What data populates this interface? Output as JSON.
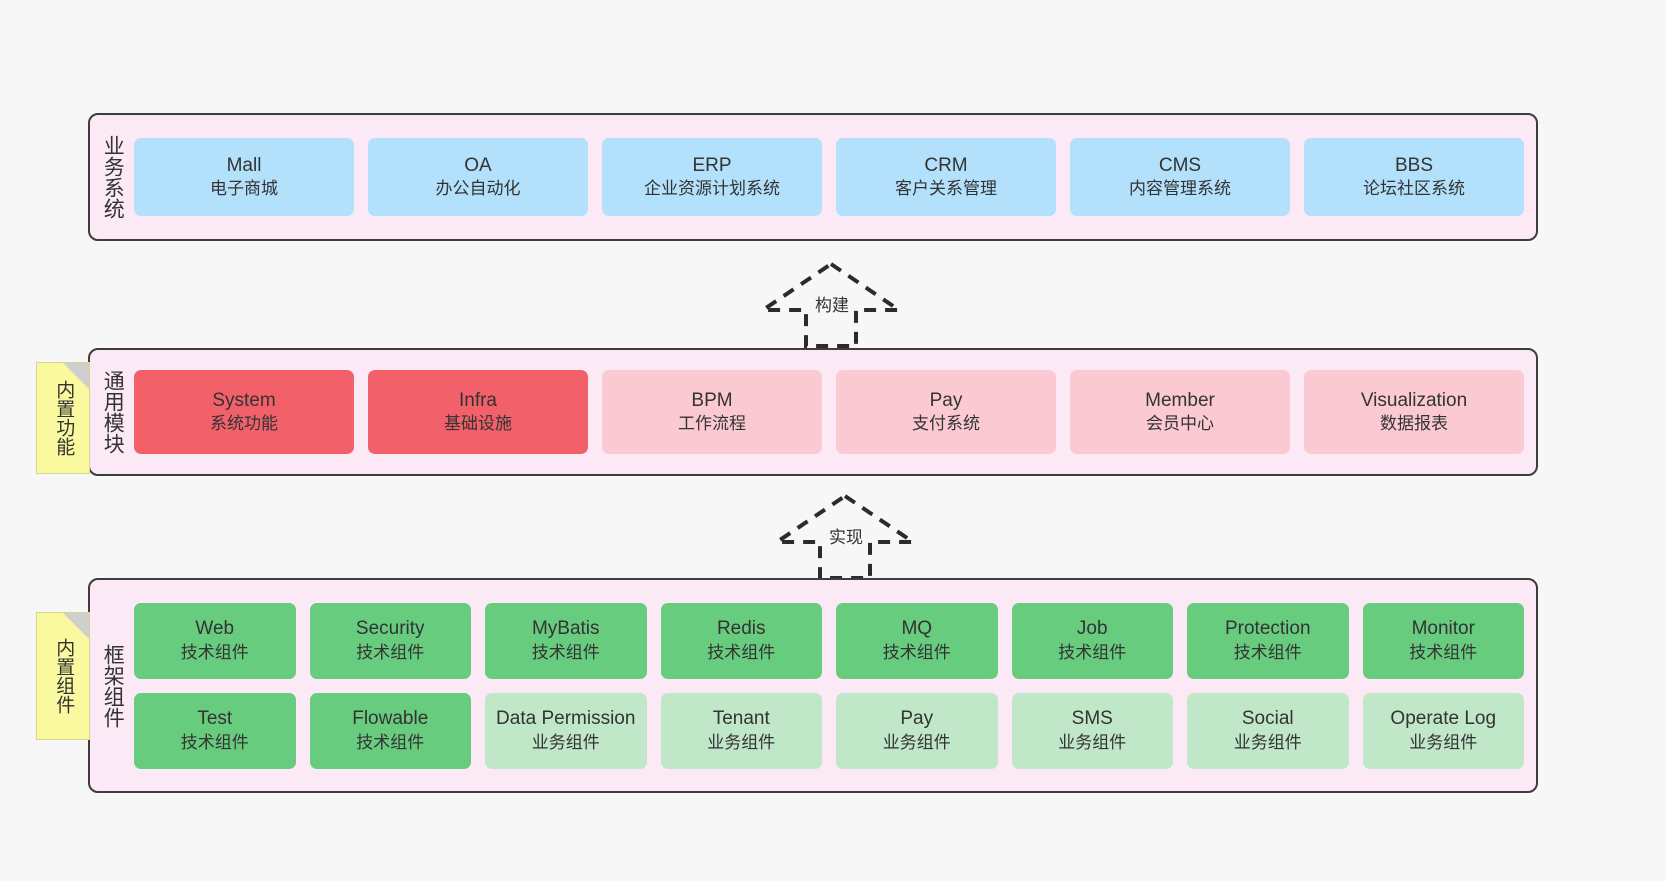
{
  "diagram": {
    "background": "#f7f7f7",
    "panel_fill": "#fbeaf5",
    "panel_border": "#3d3d3d"
  },
  "bands": [
    {
      "id": "business-systems",
      "label": "业务系统",
      "items": [
        {
          "name": "Mall",
          "desc": "电子商城",
          "color": "#b3e0fb"
        },
        {
          "name": "OA",
          "desc": "办公自动化",
          "color": "#b3e0fb"
        },
        {
          "name": "ERP",
          "desc": "企业资源计划系统",
          "color": "#b3e0fb"
        },
        {
          "name": "CRM",
          "desc": "客户关系管理",
          "color": "#b3e0fb"
        },
        {
          "name": "CMS",
          "desc": "内容管理系统",
          "color": "#b3e0fb"
        },
        {
          "name": "BBS",
          "desc": "论坛社区系统",
          "color": "#b3e0fb"
        }
      ]
    },
    {
      "id": "common-modules",
      "label": "通用模块",
      "note": "内置功能",
      "items": [
        {
          "name": "System",
          "desc": "系统功能",
          "color": "#f2616a"
        },
        {
          "name": "Infra",
          "desc": "基础设施",
          "color": "#f2616a"
        },
        {
          "name": "BPM",
          "desc": "工作流程",
          "color": "#fbc9d2"
        },
        {
          "name": "Pay",
          "desc": "支付系统",
          "color": "#fbc9d2"
        },
        {
          "name": "Member",
          "desc": "会员中心",
          "color": "#fbc9d2"
        },
        {
          "name": "Visualization",
          "desc": "数据报表",
          "color": "#fbc9d2"
        }
      ]
    },
    {
      "id": "framework-components",
      "label": "框架组件",
      "note": "内置组件",
      "rows": [
        [
          {
            "name": "Web",
            "desc": "技术组件",
            "color": "#68cc7e"
          },
          {
            "name": "Security",
            "desc": "技术组件",
            "color": "#68cc7e"
          },
          {
            "name": "MyBatis",
            "desc": "技术组件",
            "color": "#68cc7e"
          },
          {
            "name": "Redis",
            "desc": "技术组件",
            "color": "#68cc7e"
          },
          {
            "name": "MQ",
            "desc": "技术组件",
            "color": "#68cc7e"
          },
          {
            "name": "Job",
            "desc": "技术组件",
            "color": "#68cc7e"
          },
          {
            "name": "Protection",
            "desc": "技术组件",
            "color": "#68cc7e"
          },
          {
            "name": "Monitor",
            "desc": "技术组件",
            "color": "#68cc7e"
          }
        ],
        [
          {
            "name": "Test",
            "desc": "技术组件",
            "color": "#68cc7e"
          },
          {
            "name": "Flowable",
            "desc": "技术组件",
            "color": "#68cc7e"
          },
          {
            "name": "Data Permission",
            "desc": "业务组件",
            "color": "#bfe7c8"
          },
          {
            "name": "Tenant",
            "desc": "业务组件",
            "color": "#bfe7c8"
          },
          {
            "name": "Pay",
            "desc": "业务组件",
            "color": "#bfe7c8"
          },
          {
            "name": "SMS",
            "desc": "业务组件",
            "color": "#bfe7c8"
          },
          {
            "name": "Social",
            "desc": "业务组件",
            "color": "#bfe7c8"
          },
          {
            "name": "Operate Log",
            "desc": "业务组件",
            "color": "#bfe7c8"
          }
        ]
      ]
    }
  ],
  "connectors": [
    {
      "id": "build",
      "label": "构建",
      "style": "dashed-hollow-arrow-up"
    },
    {
      "id": "implement",
      "label": "实现",
      "style": "dashed-hollow-arrow-up"
    }
  ]
}
